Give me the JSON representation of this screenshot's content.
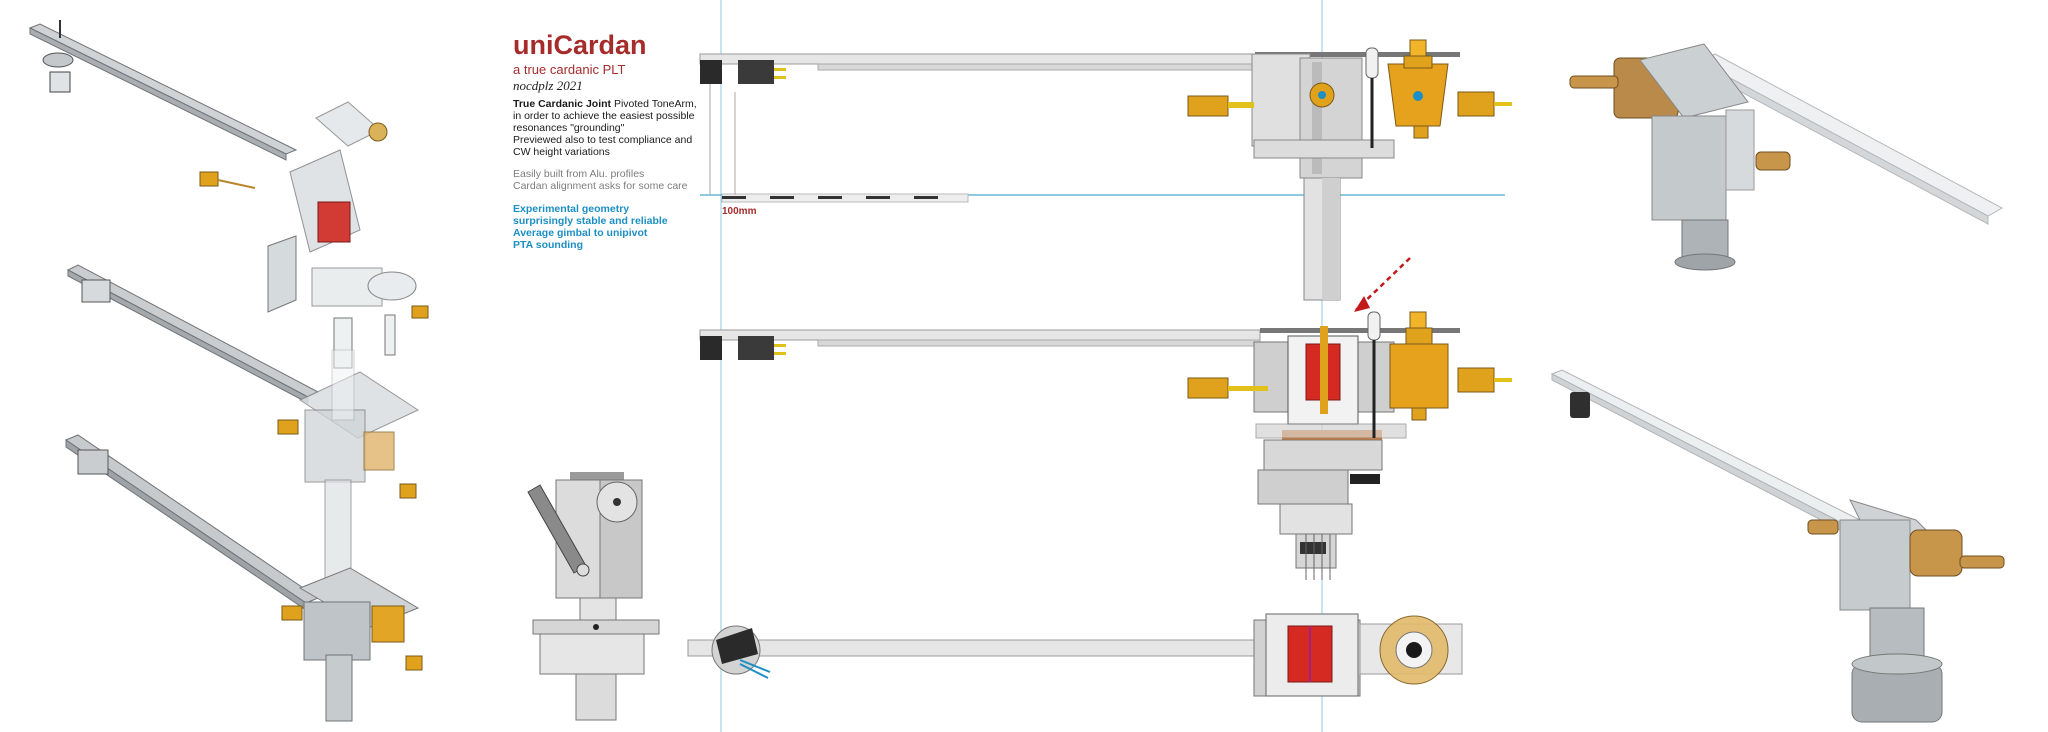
{
  "title": "uniCardan",
  "subtitle": "a  true cardanic PLT",
  "author": "nocdplz 2021",
  "description": {
    "bold": "True Cardanic  Joint",
    "rest": " Pivoted ToneArm,",
    "lines": [
      "in order to achieve the easiest possible",
      "resonances \"grounding\"",
      "Previewed also to test compliance and",
      "CW height variations"
    ]
  },
  "notes": [
    "Easily built from Alu. profiles",
    "Cardan alignment asks for some care"
  ],
  "highlights": [
    "Experimental geometry",
    "surprisingly stable and reliable",
    "Average gimbal to unipivot",
    "PTA sounding"
  ],
  "scale_label": "100mm",
  "colors": {
    "title_red": "#a62b2b",
    "accent_blue": "#1c8fc4",
    "brass": "#e0a21c",
    "cardan_red": "#d42a22",
    "copper": "#d9772a",
    "guide_line": "#7fc4dc"
  }
}
